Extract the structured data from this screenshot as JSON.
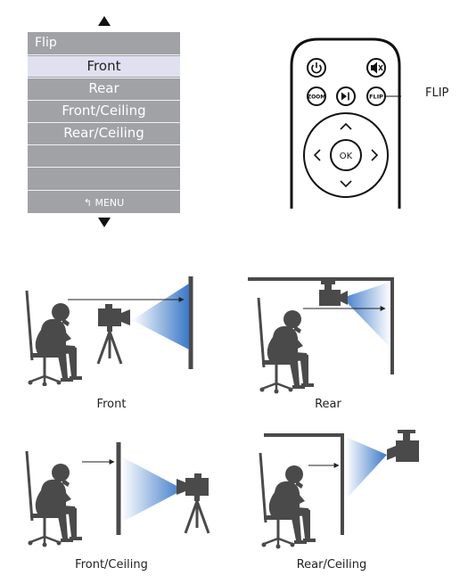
{
  "menu": {
    "title": "Flip",
    "items": [
      "Front",
      "Rear",
      "Front/Ceiling",
      "Rear/Ceiling",
      "",
      ""
    ],
    "selected_index": 0,
    "footer": "MENU"
  },
  "remote": {
    "zoom_label": "ZOOM",
    "flip_label": "FLIP",
    "ok_label": "OK",
    "callout": "FLIP"
  },
  "captions": {
    "front": "Front",
    "rear": "Rear",
    "front_ceiling": "Front/Ceiling",
    "rear_ceiling": "Rear/Ceiling"
  },
  "colors": {
    "menu_bg": "#a0a2a6",
    "menu_selected": "#e0e1f0",
    "beam": "#3a78c8",
    "figure": "#4a4a4a"
  }
}
